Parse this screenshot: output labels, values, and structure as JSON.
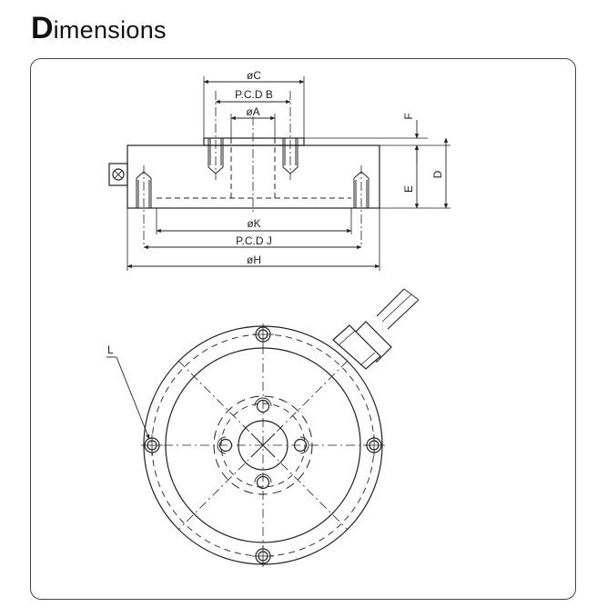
{
  "heading": {
    "first_letter": "D",
    "rest": "imensions"
  },
  "dimension_labels": {
    "dia_c": "øC",
    "pcd_b": "P.C.D B",
    "dia_a": "øA",
    "f": "F",
    "d": "D",
    "e": "E",
    "dia_k": "øK",
    "pcd_j": "P.C.D J",
    "dia_h": "øH",
    "l": "L"
  },
  "colors": {
    "line": "#222222",
    "frame": "#444444",
    "background": "#ffffff"
  }
}
